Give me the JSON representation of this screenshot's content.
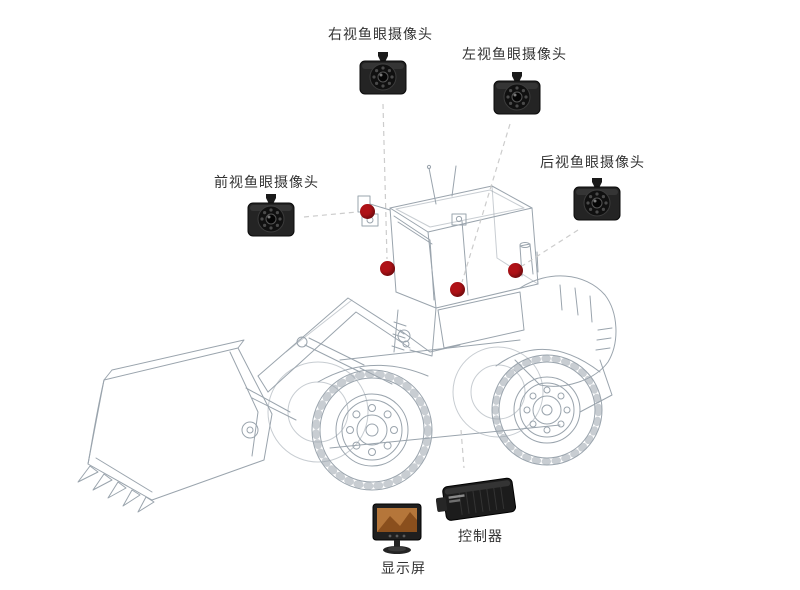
{
  "diagram": {
    "title": "",
    "cameras": [
      {
        "id": "front",
        "label": "前视鱼眼摄像头"
      },
      {
        "id": "right",
        "label": "右视鱼眼摄像头"
      },
      {
        "id": "left",
        "label": "左视鱼眼摄像头"
      },
      {
        "id": "rear",
        "label": "后视鱼眼摄像头"
      }
    ],
    "devices": {
      "controller": {
        "label": "控制器"
      },
      "display": {
        "label": "显示屏"
      }
    },
    "markers": {
      "count": 4
    },
    "colors": {
      "marker": "#b01217",
      "dash": "#cccccc",
      "wireframe": "#9aa4ad",
      "text": "#333333",
      "background": "#ffffff"
    }
  }
}
